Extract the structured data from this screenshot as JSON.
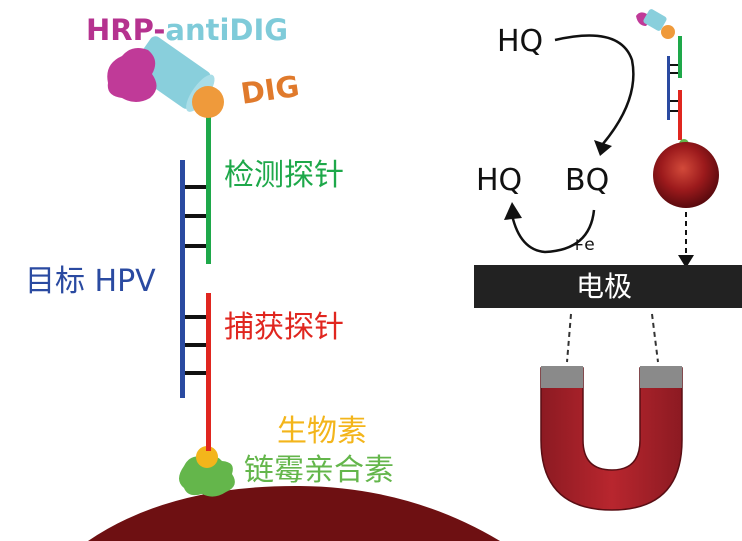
{
  "labels": {
    "hrp": "HRP-",
    "antidig": "antiDIG",
    "dig": "DIG",
    "detection_probe": "检测探针",
    "target_hpv": "目标 HPV",
    "capture_probe": "捕获探针",
    "biotin": "生物素",
    "streptavidin": "链霉亲合素",
    "hq_top": "HQ",
    "hq_left": "HQ",
    "bq": "BQ",
    "electron": "+e",
    "electrode": "电极"
  },
  "colors": {
    "hrp": "#b5328f",
    "antidig": "#7fcbd9",
    "dig": "#e07a2c",
    "detection_probe": "#1ea84a",
    "target_hpv": "#2a4aa1",
    "capture_probe": "#e0261f",
    "biotin": "#f3b51b",
    "streptavidin": "#64b64b",
    "bead": "#7a1014",
    "magnet": "#a8222a",
    "magnet_tip": "#8a8a8a",
    "electrode_bar": "#222222",
    "text": "#111111"
  }
}
